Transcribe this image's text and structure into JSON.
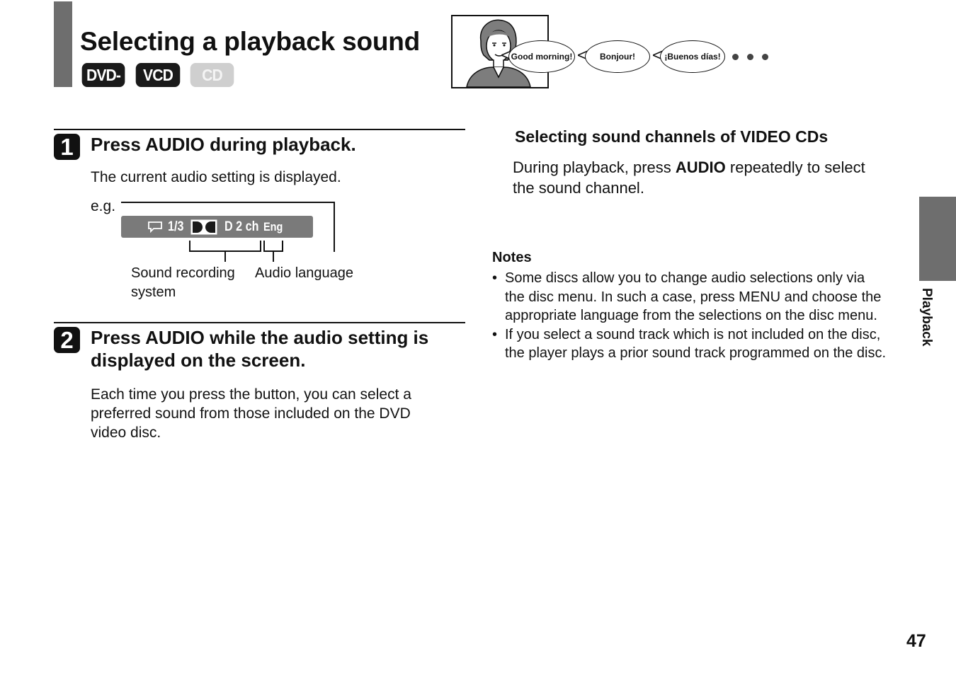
{
  "header": {
    "title": "Selecting a playback sound",
    "badges": [
      "DVD-V",
      "VCD",
      "CD"
    ]
  },
  "illustration": {
    "bubbles": [
      "Good morning!",
      "Bonjour!",
      "¡Buenos días!"
    ]
  },
  "step1": {
    "number": "1",
    "title": "Press AUDIO during playback.",
    "text": "The current audio setting is displayed.",
    "eg": "e.g.",
    "osd": {
      "track": "1/3",
      "format": "D 2 ch",
      "language": "Eng"
    },
    "label_sound": "Sound recording",
    "label_sound_2": "system",
    "label_lang": "Audio language"
  },
  "step2": {
    "number": "2",
    "title_1": "Press AUDIO while the audio setting is",
    "title_2": "displayed on the screen.",
    "text_1": "Each time you press the button, you can select a",
    "text_2": "preferred sound from those included on the DVD",
    "text_3": "video disc."
  },
  "vcd_section": {
    "heading": "Selecting sound channels of VIDEO CDs",
    "text_pre": "During playback, press ",
    "text_bold": "AUDIO",
    "text_post": " repeatedly to select",
    "text_2": "the sound channel."
  },
  "notes": {
    "heading": "Notes",
    "items": [
      {
        "l1": "Some discs allow you to change audio selections only via",
        "l2": "the disc menu. In such a case, press MENU and choose the",
        "l3": "appropriate language from the selections on the disc menu."
      },
      {
        "l1": "If you select a sound track which is not included on the disc,",
        "l2": "the player plays a prior sound track programmed on the disc."
      }
    ]
  },
  "side_tab": "Playback",
  "page_number": "47"
}
